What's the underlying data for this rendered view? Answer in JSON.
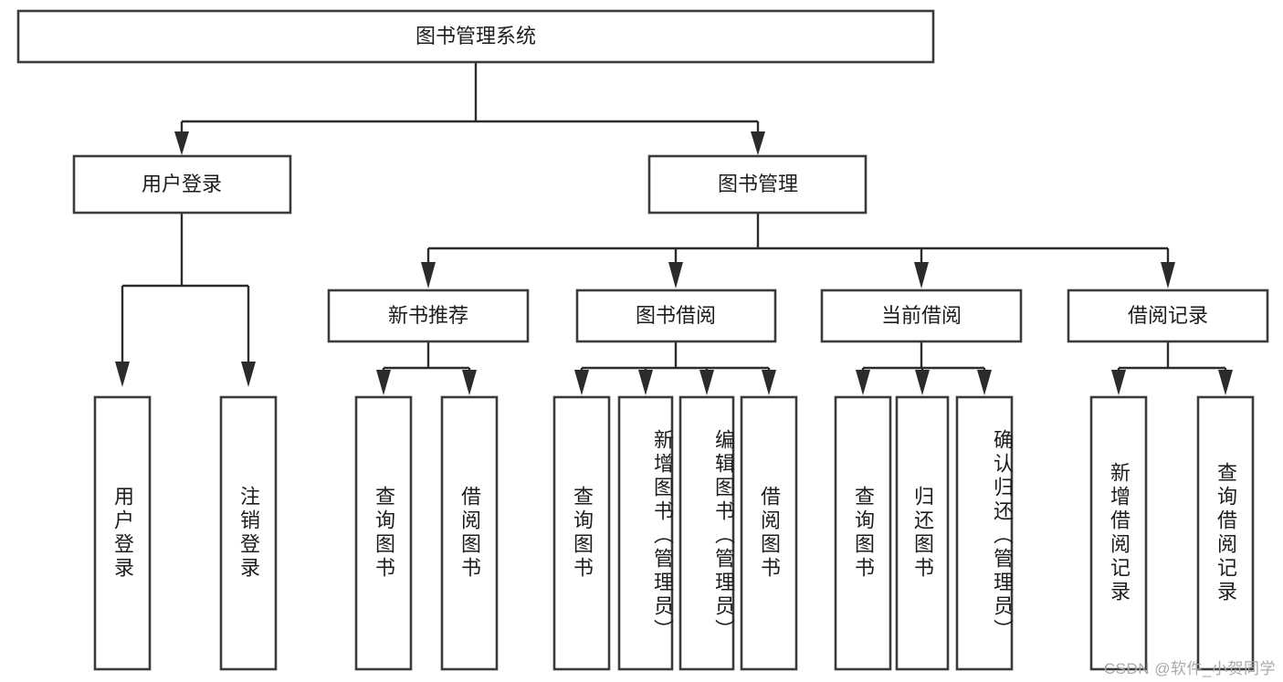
{
  "diagram": {
    "title": "图书管理系统",
    "type": "hierarchy-tree",
    "watermark": "CSDN @软件_小贺同学",
    "colors": {
      "box_stroke": "#3b3b3b",
      "connector": "#2b2b2b",
      "background": "#ffffff",
      "text": "#1d1d1d",
      "watermark": "#a9a9a9"
    },
    "root": {
      "label": "图书管理系统"
    },
    "level2": [
      {
        "label": "用户登录"
      },
      {
        "label": "图书管理"
      }
    ],
    "level3": [
      {
        "label": "新书推荐"
      },
      {
        "label": "图书借阅"
      },
      {
        "label": "当前借阅"
      },
      {
        "label": "借阅记录"
      }
    ],
    "leaves": {
      "user_login": [
        {
          "label": "用户登录"
        },
        {
          "label": "注销登录"
        }
      ],
      "new_book_recommend": [
        {
          "label": "查询图书"
        },
        {
          "label": "借阅图书"
        }
      ],
      "book_borrow": [
        {
          "label": "查询图书"
        },
        {
          "label": "新增图书（管理员）"
        },
        {
          "label": "编辑图书（管理员）"
        },
        {
          "label": "借阅图书"
        }
      ],
      "current_borrow": [
        {
          "label": "查询图书"
        },
        {
          "label": "归还图书"
        },
        {
          "label": "确认归还（管理员）"
        }
      ],
      "borrow_record": [
        {
          "label": "新增借阅记录"
        },
        {
          "label": "查询借阅记录"
        }
      ]
    }
  }
}
